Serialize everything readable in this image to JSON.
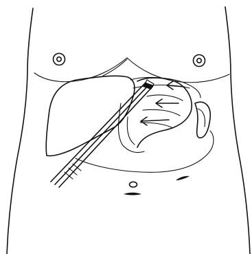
{
  "figure": {
    "colors": {
      "line": "#111111",
      "background": "#ffffff"
    },
    "arrows": [
      {
        "name": "upper-arrow",
        "direction": "left"
      },
      {
        "name": "middle-arrow",
        "direction": "left"
      },
      {
        "name": "lower-arrow",
        "direction": "left"
      }
    ]
  }
}
